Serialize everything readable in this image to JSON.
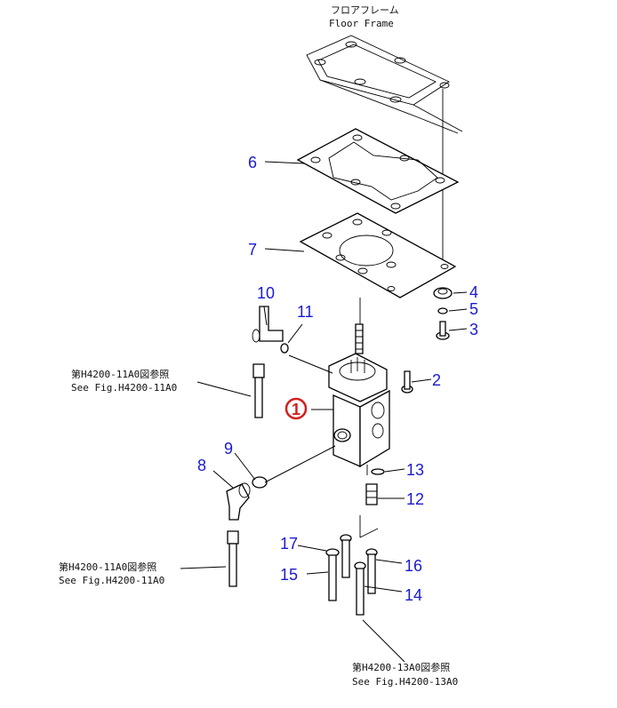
{
  "floor_frame": {
    "label_jp": "フロアフレーム",
    "label_en": "Floor Frame"
  },
  "callouts": [
    {
      "id": "1",
      "text": "1",
      "highlighted": true
    },
    {
      "id": "2",
      "text": "2"
    },
    {
      "id": "3",
      "text": "3"
    },
    {
      "id": "4",
      "text": "4"
    },
    {
      "id": "5",
      "text": "5"
    },
    {
      "id": "6",
      "text": "6"
    },
    {
      "id": "7",
      "text": "7"
    },
    {
      "id": "8",
      "text": "8"
    },
    {
      "id": "9",
      "text": "9"
    },
    {
      "id": "10",
      "text": "10"
    },
    {
      "id": "11",
      "text": "11"
    },
    {
      "id": "12",
      "text": "12"
    },
    {
      "id": "13",
      "text": "13"
    },
    {
      "id": "14",
      "text": "14"
    },
    {
      "id": "15",
      "text": "15"
    },
    {
      "id": "16",
      "text": "16"
    },
    {
      "id": "17",
      "text": "17"
    }
  ],
  "references": [
    {
      "jp": "第H4200-11A0図参照",
      "en": "See Fig.H4200-11A0"
    },
    {
      "jp": "第H4200-11A0図参照",
      "en": "See Fig.H4200-11A0"
    },
    {
      "jp": "第H4200-13A0図参照",
      "en": "See Fig.H4200-13A0"
    }
  ],
  "colors": {
    "callout_text": "#1a1ad0",
    "highlight_circle": "#d02020",
    "line": "#000000"
  }
}
